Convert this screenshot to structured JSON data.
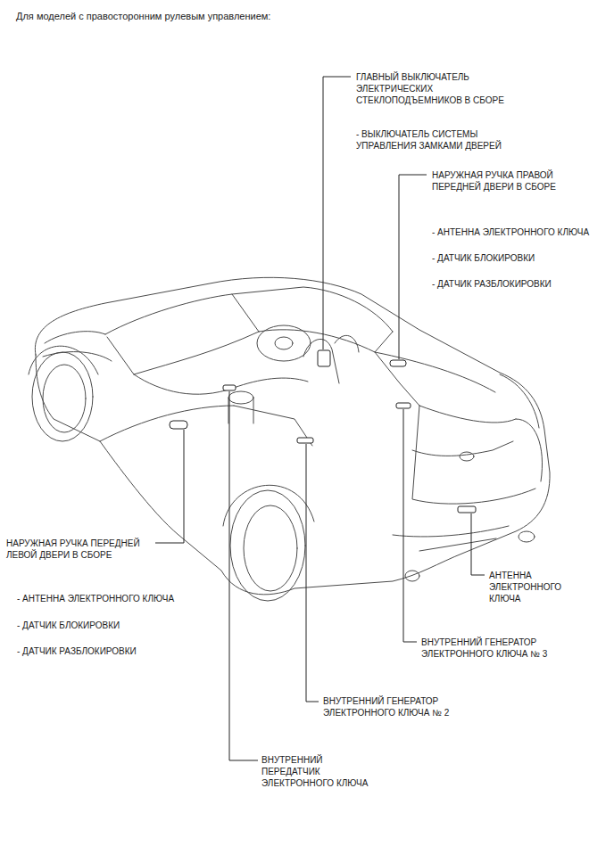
{
  "diagram": {
    "title": "Для моделей с правосторонним рулевым управлением:",
    "labels": [
      "ГЛАВНЫЙ ВЫКЛЮЧАТЕЛЬ ЭЛЕКТРИЧЕСКИХ СТЕКЛОПОДЪЕМНИКОВ В СБОРЕ",
      "- ВЫКЛЮЧАТЕЛЬ СИСТЕМЫ УПРАВЛЕНИЯ ЗАМКАМИ ДВЕРЕЙ",
      "НАРУЖНАЯ РУЧКА ПРАВОЙ ПЕРЕДНЕЙ ДВЕРИ В СБОРЕ",
      "- АНТЕННА ЭЛЕКТРОННОГО КЛЮЧА",
      "- ДАТЧИК БЛОКИРОВКИ",
      "- ДАТЧИК РАЗБЛОКИРОВКИ",
      "НАРУЖНАЯ РУЧКА ПЕРЕДНЕЙ ЛЕВОЙ ДВЕРИ В СБОРЕ",
      "- АНТЕННА ЭЛЕКТРОННОГО КЛЮЧА",
      "- ДАТЧИК БЛОКИРОВКИ",
      "- ДАТЧИК РАЗБЛОКИРОВКИ",
      "АНТЕННА ЭЛЕКТРОННОГО КЛЮЧА",
      "ВНУТРЕННИЙ ГЕНЕРАТОР ЭЛЕКТРОННОГО КЛЮЧА № 3",
      "ВНУТРЕННИЙ ГЕНЕРАТОР ЭЛЕКТРОННОГО КЛЮЧА № 2",
      "ВНУТРЕННИЙ ПЕРЕДАТЧИК ЭЛЕКТРОННОГО КЛЮЧА"
    ]
  }
}
